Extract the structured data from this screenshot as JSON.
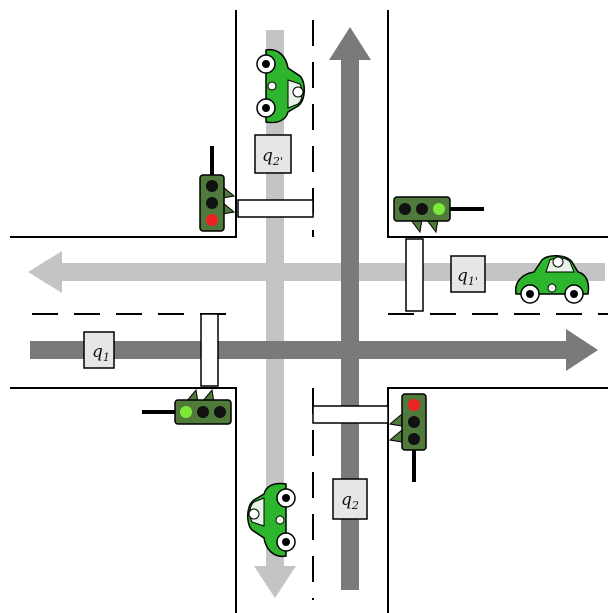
{
  "colors": {
    "road_line": "#000000",
    "flow_dark": "#7a7a7a",
    "flow_light": "#c4c4c4",
    "light_housing": "#4f7a3c",
    "light_red": "#ee2222",
    "light_green": "#7de83a",
    "light_off": "#111111",
    "car_body": "#2db52d",
    "car_window": "#e6f5e6",
    "label_box": "#e6e6e6"
  },
  "labels": {
    "q1": {
      "main": "q",
      "sub": "1"
    },
    "q1p": {
      "main": "q",
      "sub": "1'"
    },
    "q2": {
      "main": "q",
      "sub": "2"
    },
    "q2p": {
      "main": "q",
      "sub": "2'"
    }
  },
  "traffic_lights": {
    "top_left": {
      "orientation": "vertical",
      "active": "red"
    },
    "top_right": {
      "orientation": "horizontal",
      "active": "green"
    },
    "bottom_left": {
      "orientation": "horizontal",
      "active": "green"
    },
    "bottom_right": {
      "orientation": "vertical",
      "active": "red"
    }
  },
  "icons": [
    "car-icon",
    "traffic-light-icon",
    "arrow-icon"
  ]
}
